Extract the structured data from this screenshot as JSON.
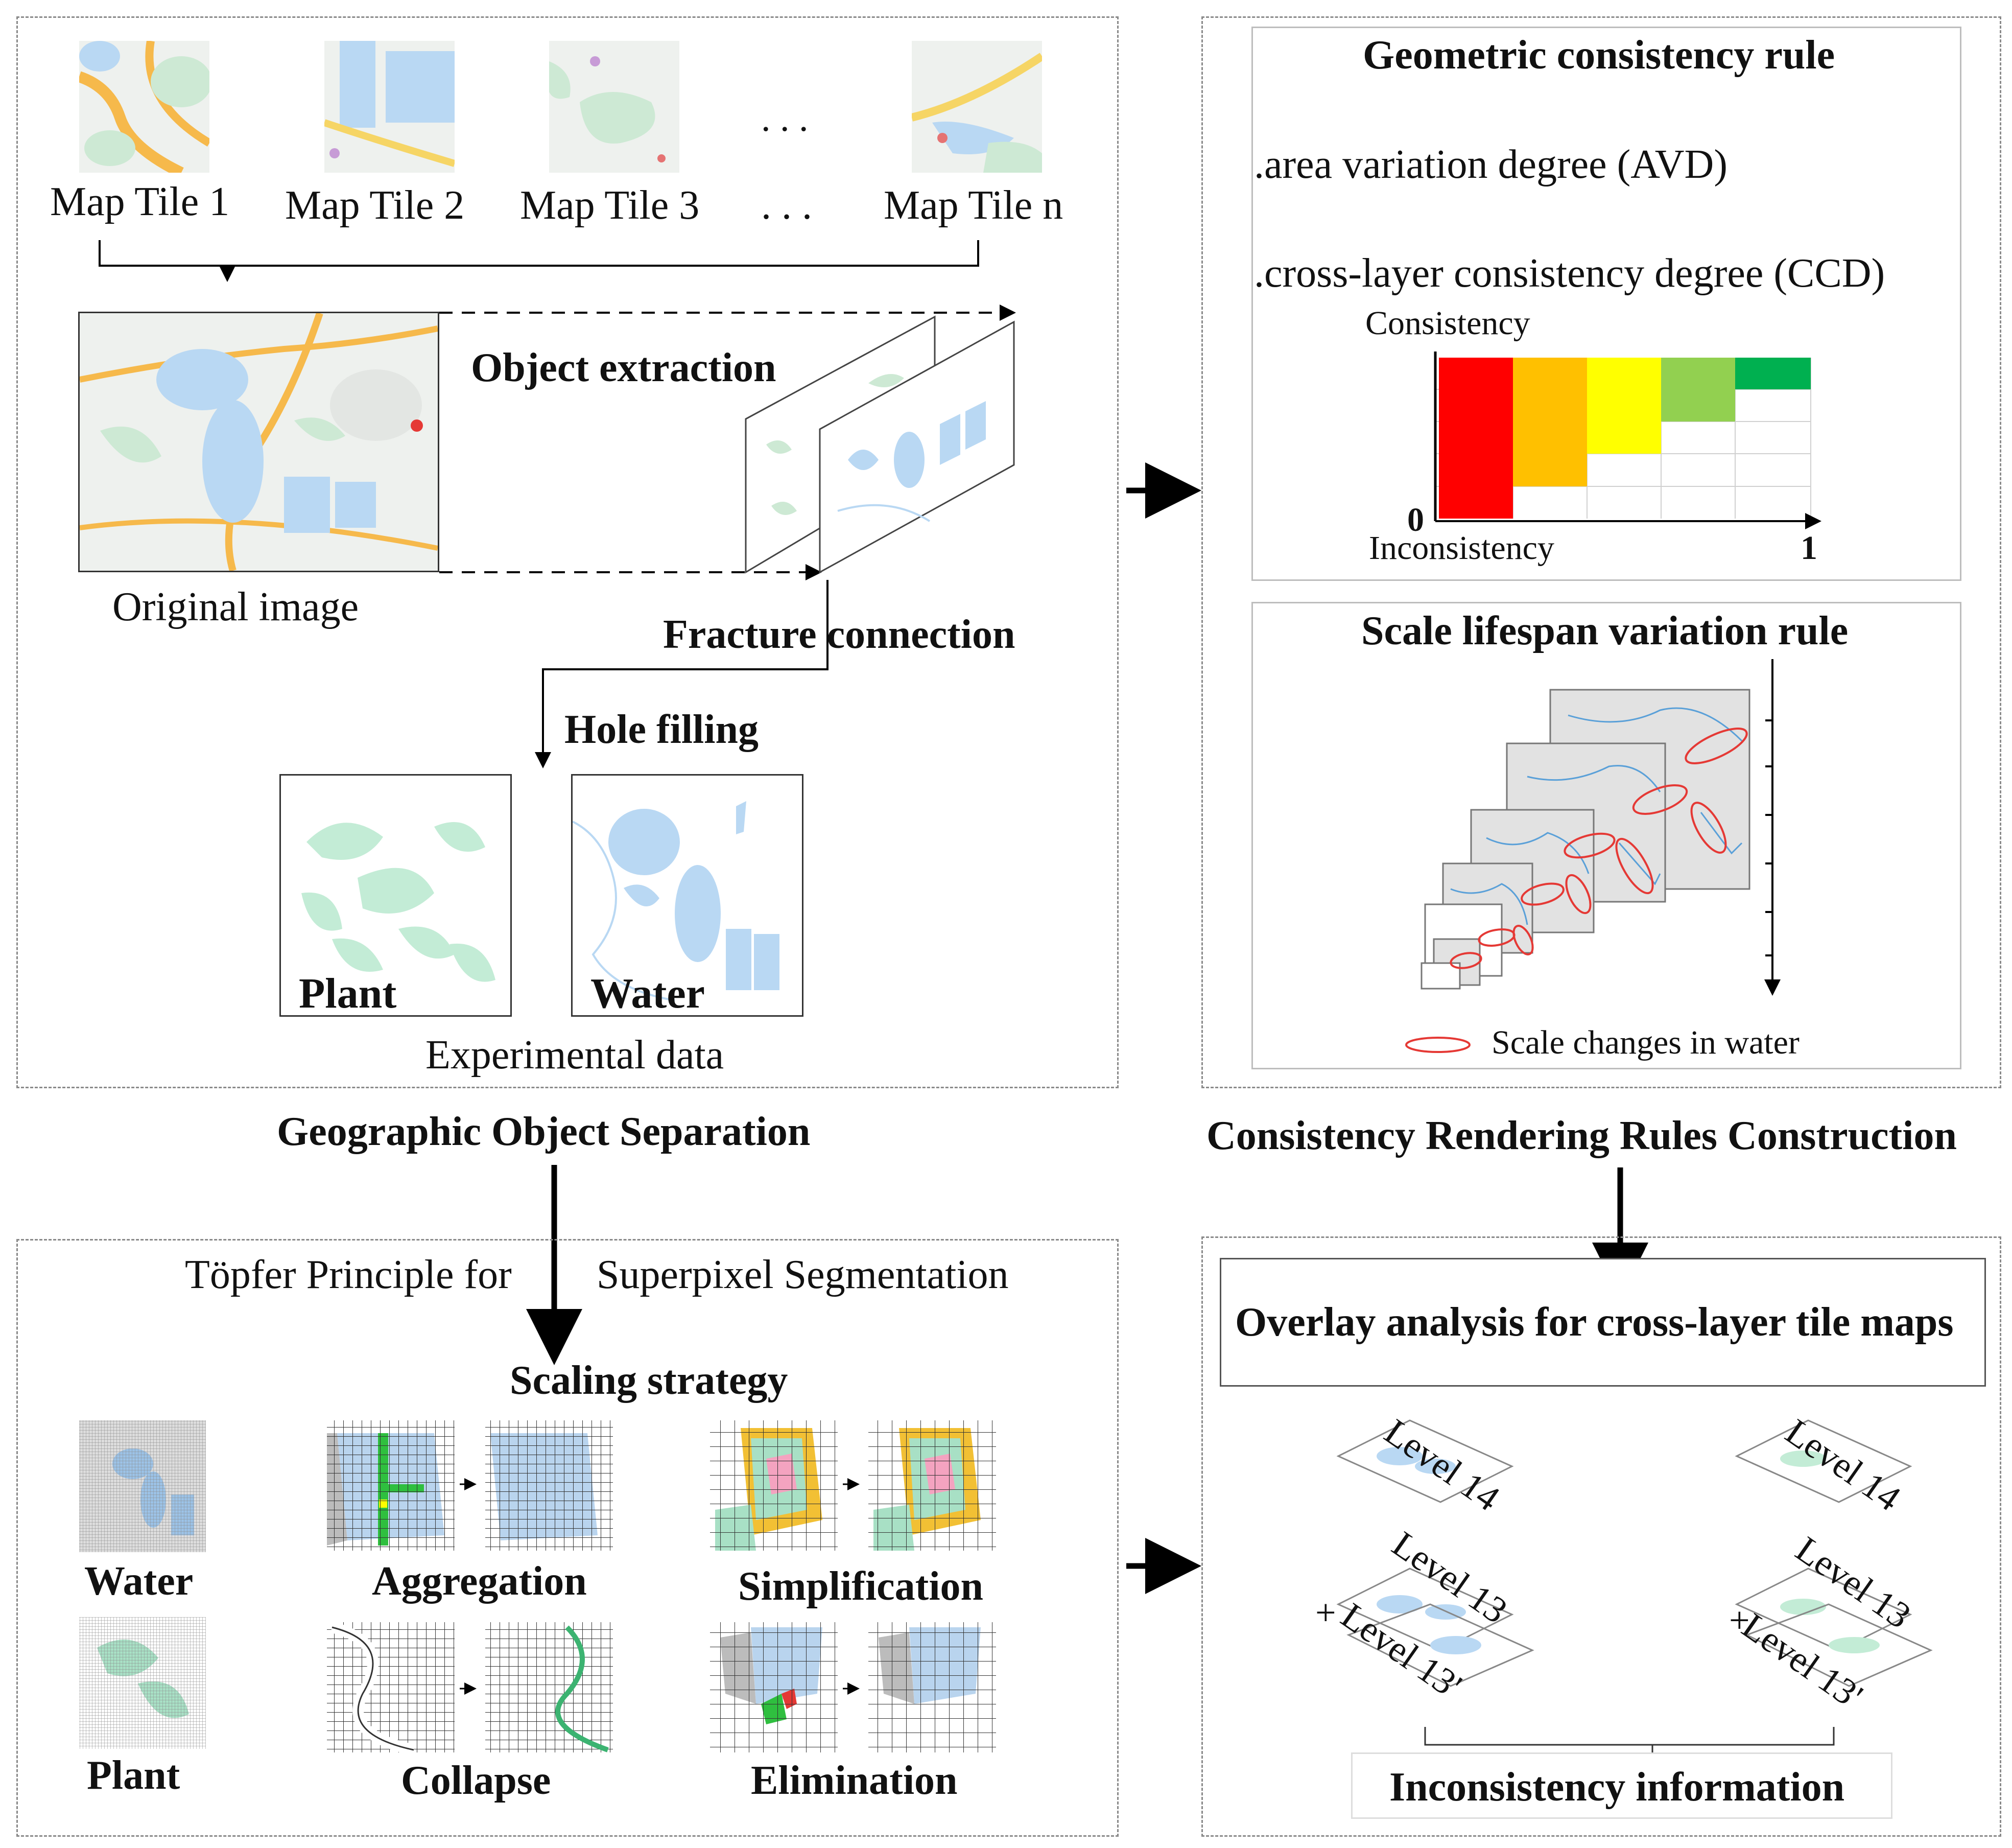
{
  "left_top": {
    "map_tiles": [
      "Map Tile 1",
      "Map Tile 2",
      "Map Tile 3",
      "...",
      "Map Tile n"
    ],
    "ellipsis_top": ". . .",
    "ellipsis_label": ". . .",
    "object_extraction": "Object extraction",
    "original_image": "Original image",
    "fracture_connection": "Fracture  connection",
    "hole_filling": "Hole filling",
    "plant": "Plant",
    "water": "Water",
    "experimental_data": "Experimental data",
    "section_title": "Geographic Object Separation"
  },
  "right_top": {
    "geo_rule_title": "Geometric consistency rule",
    "avd": ".area variation degree (AVD)",
    "ccd": ".cross-layer consistency degree (CCD)",
    "axis_y": "Consistency",
    "axis_x_left": "Inconsistency",
    "axis_zero": "0",
    "axis_one": "1",
    "scale_rule_title": "Scale lifespan variation rule",
    "scale_legend": "Scale changes in water",
    "section_title": "Consistency Rendering Rules Construction",
    "consistency_colors": [
      "#ff0000",
      "#ffc000",
      "#ffff00",
      "#92d050",
      "#00b050"
    ]
  },
  "left_bottom": {
    "topfer": "Töpfer Principle for",
    "superpixel": "Superpixel Segmentation",
    "scaling": "Scaling strategy",
    "water": "Water",
    "plant": "Plant",
    "aggregation": "Aggregation",
    "simplification": "Simplification",
    "collapse": "Collapse",
    "elimination": "Elimination"
  },
  "right_bottom": {
    "overlay_title": "Overlay analysis for cross-layer tile maps",
    "level14": "Level 14",
    "level13": "Level 13",
    "level13p": "Level 13'",
    "plus": "+",
    "inconsistency_info": "Inconsistency information"
  }
}
